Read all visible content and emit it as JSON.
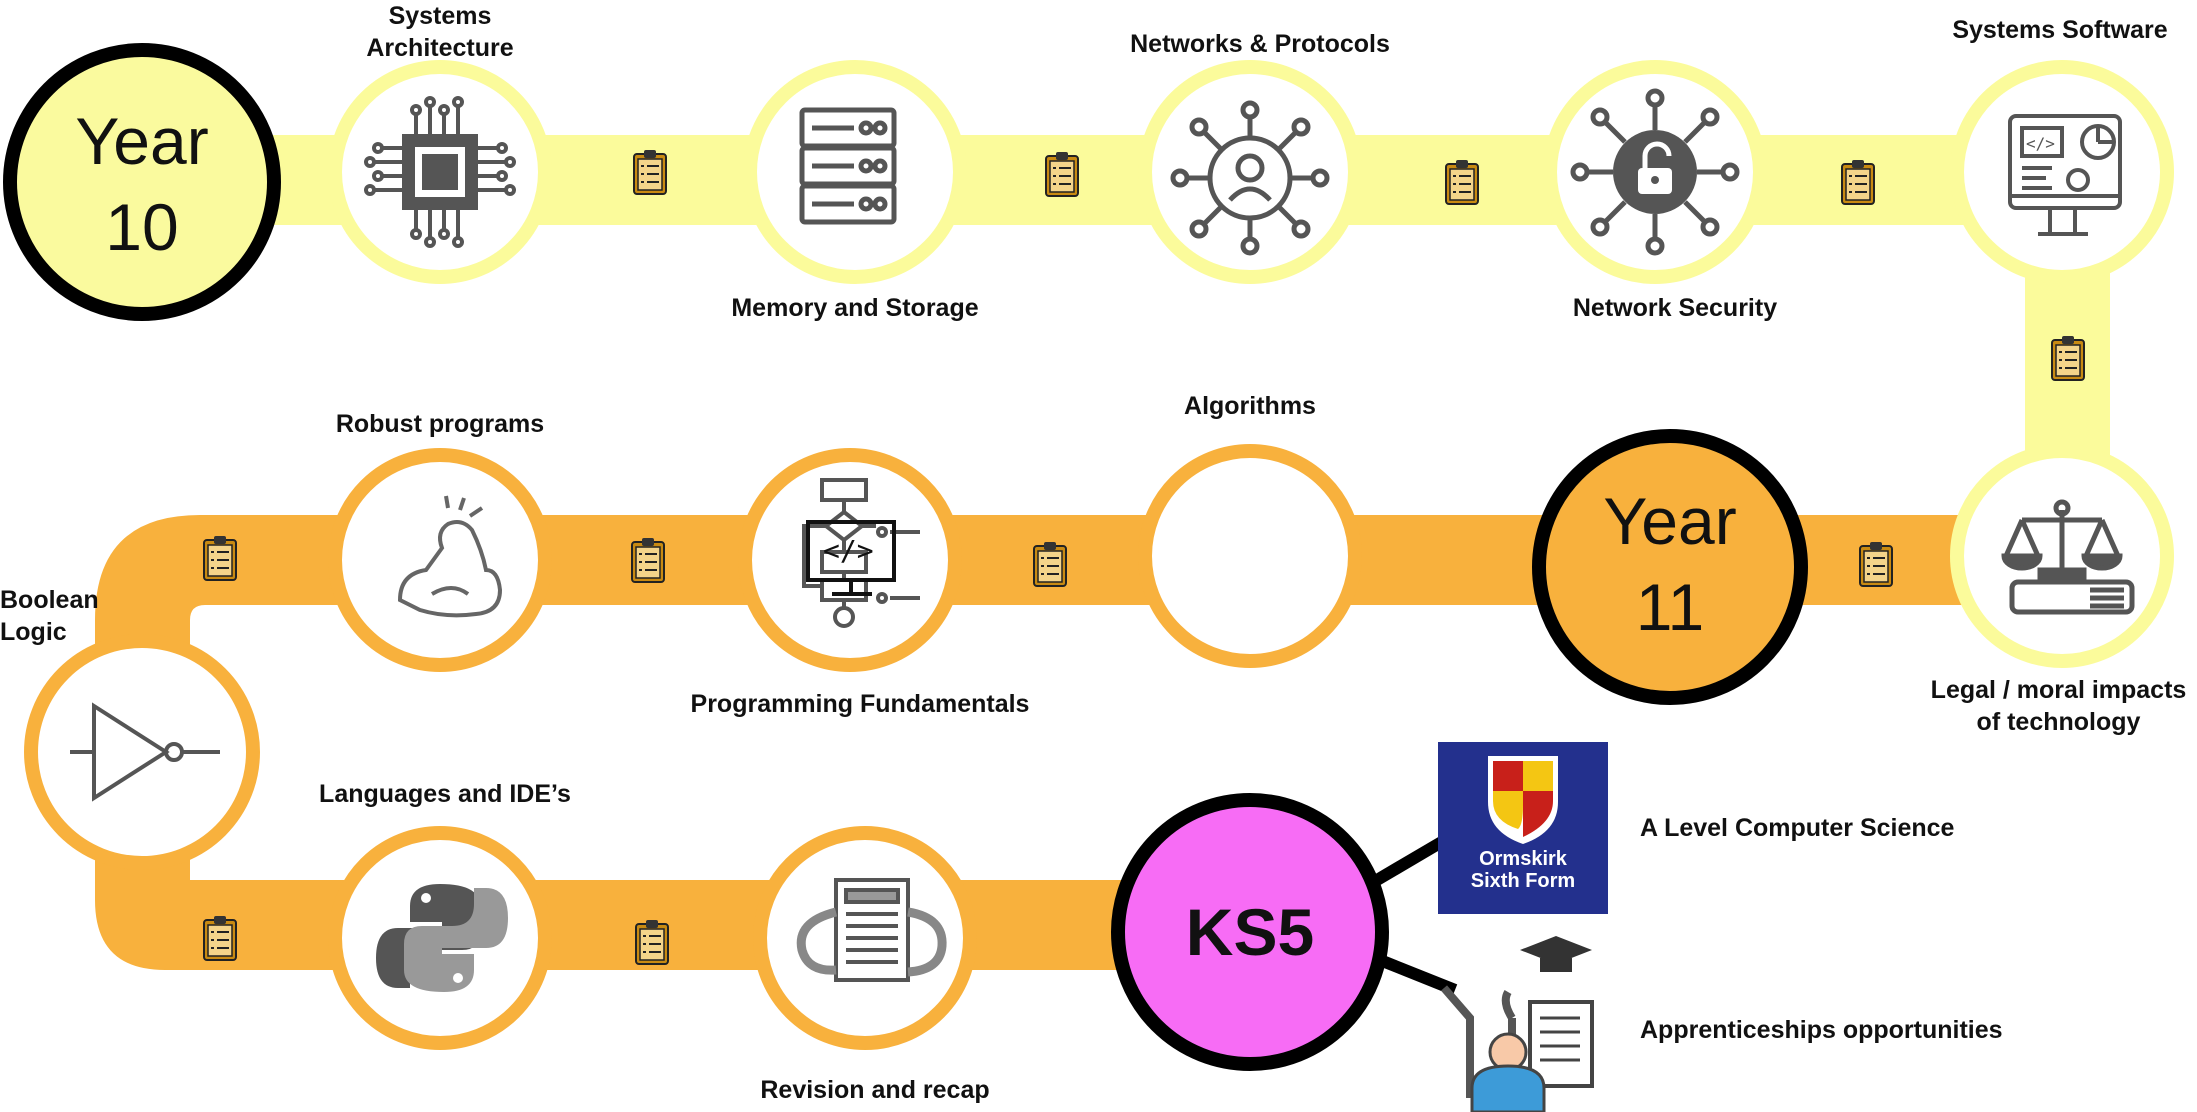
{
  "years": {
    "y10": "Year\n10",
    "y11": "Year\n11",
    "ks5": "KS5"
  },
  "topics": {
    "systems_architecture": "Systems\nArchitecture",
    "memory_storage": "Memory and Storage",
    "networks_protocols": "Networks & Protocols",
    "network_security": "Network Security",
    "systems_software": "Systems Software",
    "legal_moral": "Legal / moral impacts\nof technology",
    "algorithms": "Algorithms",
    "programming_fundamentals": "Programming Fundamentals",
    "robust_programs": "Robust programs",
    "boolean_logic": "Boolean\nLogic",
    "languages_ides": "Languages and IDE’s",
    "revision_recap": "Revision and recap"
  },
  "ks5_options": {
    "a_level": "A Level Computer Science",
    "apprenticeships": "Apprenticeships opportunities"
  },
  "logo": {
    "text": "Ormskirk\nSixth Form"
  },
  "colors": {
    "year10_path": "#fbfb9b",
    "year10_fill": "#fafa9e",
    "year11_path": "#f8b13d",
    "ks5_fill": "#f76cf5",
    "logo_bg": "#23308d"
  }
}
